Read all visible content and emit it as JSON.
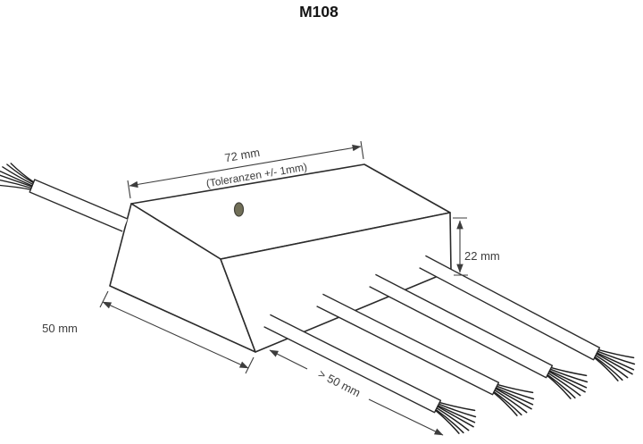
{
  "page": {
    "title": "M108"
  },
  "diagram": {
    "type": "isometric-technical-drawing",
    "subject": "electronic module box with one cable on the left and four stripped cables on the right",
    "annotations": {
      "width": "72 mm",
      "tolerance": "(Toleranzen +/- 1mm)",
      "height": "22 mm",
      "depth": "50 mm",
      "cable_length": "> 50 mm"
    },
    "icons": {
      "led": "status-led-icon"
    },
    "colors": {
      "outline": "#2b2b2b",
      "dimension": "#3d3d3d",
      "led": "#716f58",
      "led_stroke": "#45443c",
      "background": "#ffffff"
    }
  }
}
